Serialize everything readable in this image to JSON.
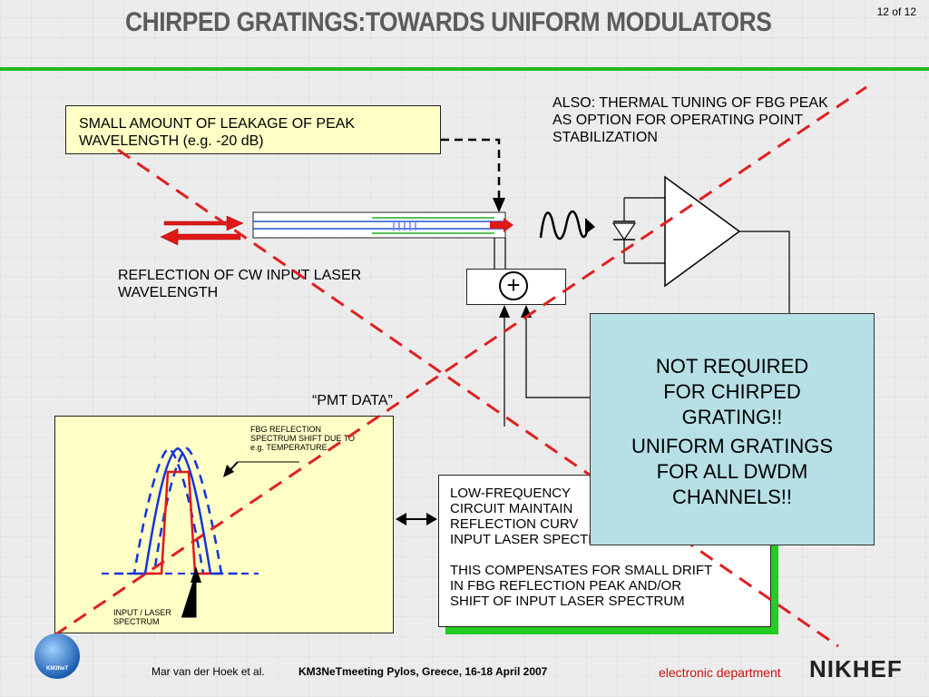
{
  "header": {
    "title": "CHIRPED GRATINGS:TOWARDS UNIFORM MODULATORS",
    "page": "12 of 12"
  },
  "notes": {
    "also": [
      "ALSO: THERMAL TUNING OF FBG PEAK",
      "AS OPTION FOR OPERATING POINT",
      "STABILIZATION"
    ],
    "leak": [
      "SMALL AMOUNT OF LEAKAGE OF PEAK",
      "WAVELENGTH (e.g. -20 dB)"
    ],
    "reflection": [
      "REFLECTION OF CW INPUT LASER",
      "WAVELENGTH"
    ],
    "pmt": "“PMT DATA”"
  },
  "spectrum": {
    "shift_label": [
      "FBG REFLECTION",
      "SPECTRUM SHIFT DUE TO",
      "e.g. TEMPERATURE"
    ],
    "laser_label": [
      "INPUT / LASER",
      "SPECTRUM"
    ]
  },
  "circuit": {
    "p1": [
      "LOW-FREQUENCY",
      "CIRCUIT MAINTAIN",
      "REFLECTION CURV",
      "INPUT LASER SPECTRUM"
    ],
    "p2": [
      "THIS COMPENSATES FOR SMALL DRIFT",
      "IN FBG REFLECTION PEAK AND/OR",
      "SHIFT OF INPUT LASER SPECTRUM"
    ]
  },
  "overlay": {
    "line1": [
      "NOT REQUIRED",
      "FOR CHIRPED",
      "GRATING!!"
    ],
    "line2": [
      "UNIFORM GRATINGS",
      "FOR ALL DWDM",
      "CHANNELS!!"
    ]
  },
  "footer": {
    "author": "Mar van der Hoek et al.",
    "meeting": "KM3NeTmeeting Pylos, Greece, 16-18 April 2007",
    "dept": "electronic department",
    "org_logo": "NIKHEF",
    "logo": "KM3NeT"
  },
  "colors": {
    "accent": "#22bb22",
    "cross": "#e02020",
    "note_bg": "#ffffc6",
    "overlay_bg": "#b7dfe6"
  }
}
